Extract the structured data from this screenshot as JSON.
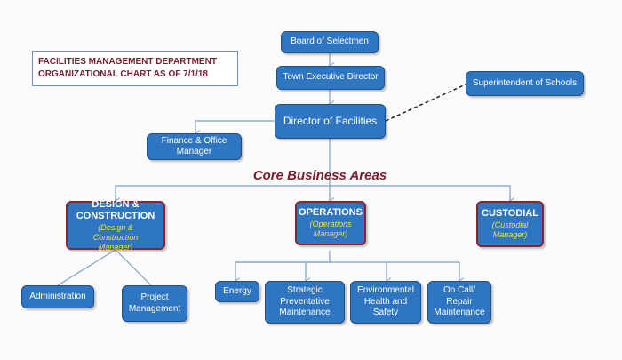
{
  "title": {
    "line1": "FACILITIES MANAGEMENT DEPARTMENT",
    "line2": "ORGANIZATIONAL CHART  AS OF 7/1/18"
  },
  "heading": "Core Business Areas",
  "nodes": {
    "board": "Board of Selectmen",
    "ted": "Town Executive Director",
    "superintendent": "Superintendent of Schools",
    "director": "Director of Facilities",
    "finance": "Finance & Office Manager",
    "design": {
      "name": "DESIGN & CONSTRUCTION",
      "manager": "(Design & Construction Manager)"
    },
    "operations": {
      "name": "OPERATIONS",
      "manager": "(Operations Manager)"
    },
    "custodial": {
      "name": "CUSTODIAL",
      "manager": "(Custodial Manager)"
    },
    "administration": "Administration",
    "project": "Project Management",
    "energy": "Energy",
    "strategic": "Strategic Preventative Maintenance",
    "environmental": "Environmental Health and Safety",
    "oncall": "On Call/ Repair Maintenance"
  },
  "colors": {
    "box_fill": "#2e75c2",
    "box_border": "#1f4f86",
    "area_border": "#8b2331",
    "manager_text": "#f2e23a",
    "title_text": "#7b1c2a",
    "connector": "#7e9fc6"
  }
}
